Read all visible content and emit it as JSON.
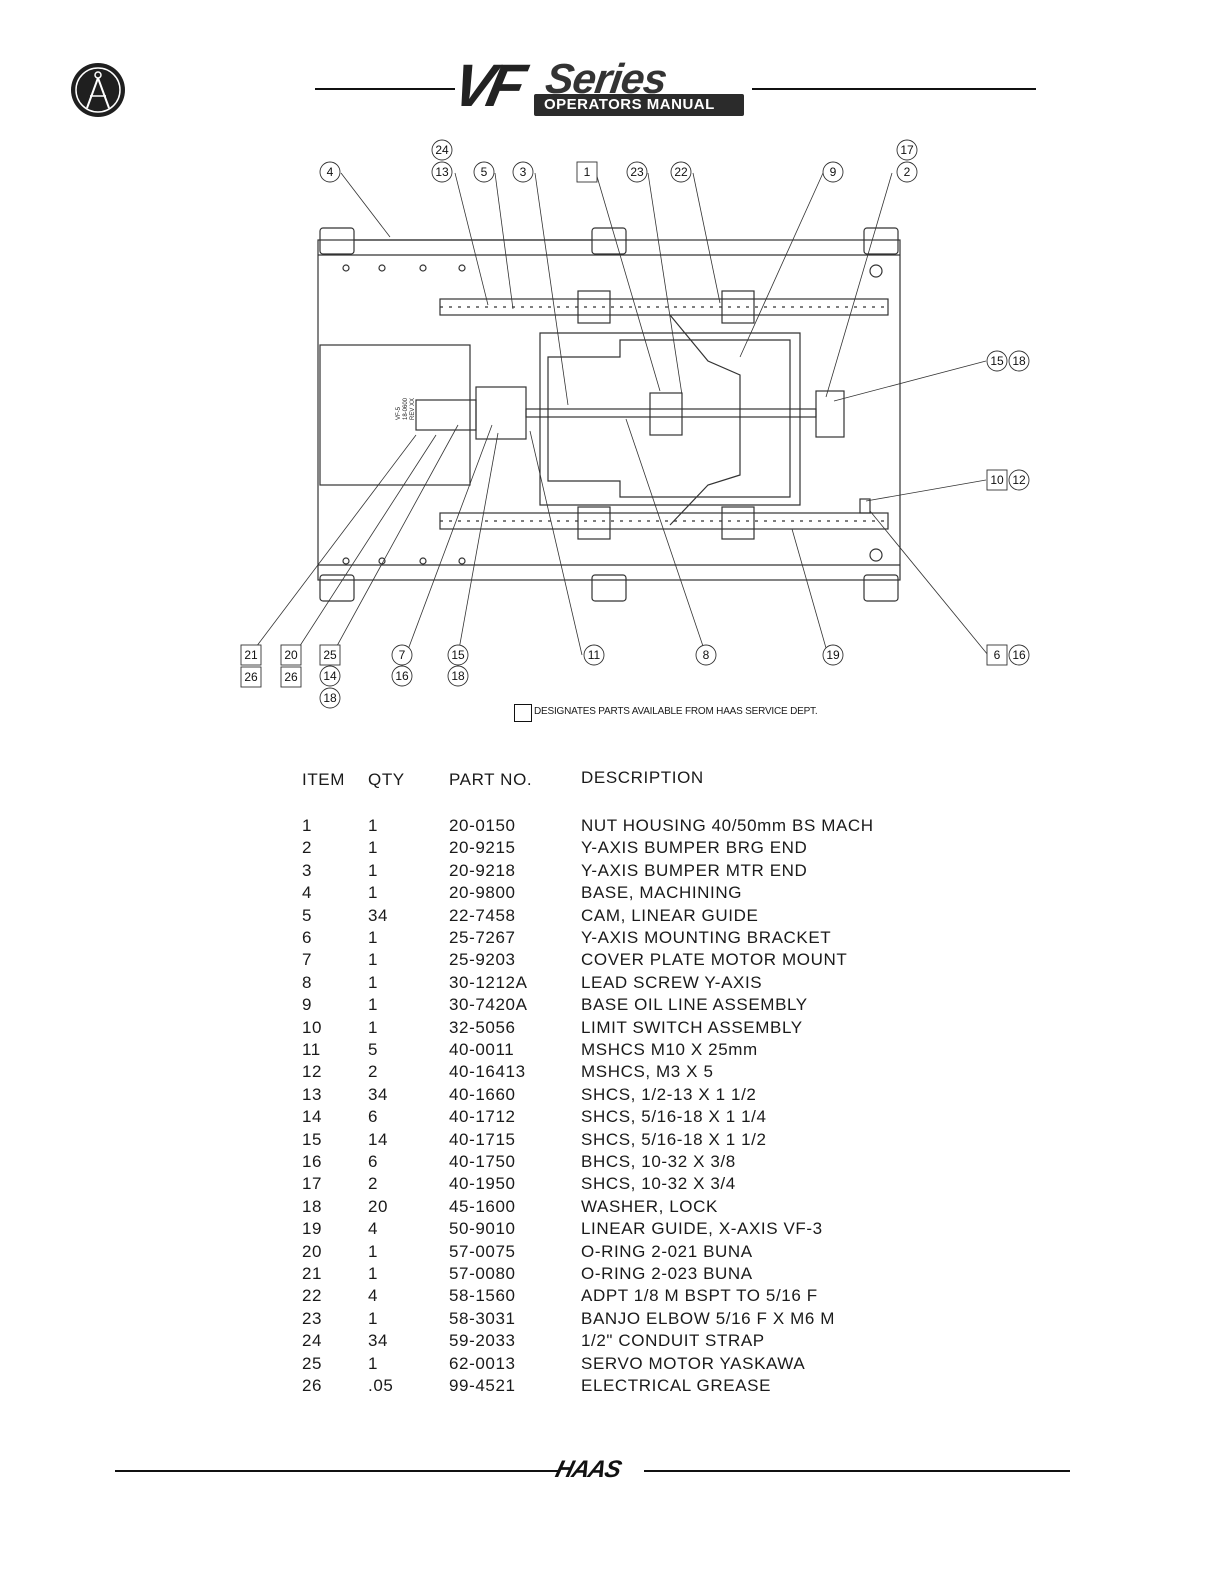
{
  "header": {
    "logo_main": "VF",
    "logo_series": "Series",
    "logo_subtitle": "OPERATORS MANUAL",
    "corner_icon": "drafting-compass-icon"
  },
  "diagram": {
    "plate_label": "VF-5\n18-0600\nREV XX",
    "callouts_top": [
      "4",
      "24",
      "13",
      "5",
      "3",
      "1",
      "23",
      "22",
      "9",
      "17",
      "2"
    ],
    "callouts_right": [
      "15",
      "18",
      "10",
      "12"
    ],
    "callouts_bottom": [
      "21",
      "26",
      "20",
      "26",
      "25",
      "14",
      "18",
      "7",
      "16",
      "15",
      "18",
      "11",
      "8",
      "19",
      "6",
      "16"
    ]
  },
  "legend": {
    "text": "DESIGNATES PARTS AVAILABLE FROM HAAS SERVICE DEPT."
  },
  "table": {
    "headers": {
      "item": "ITEM",
      "qty": "QTY",
      "part": "PART NO.",
      "desc": "DESCRIPTION"
    },
    "rows": [
      {
        "item": "1",
        "qty": "1",
        "part": "20-0150",
        "desc": "NUT HOUSING 40/50mm BS MACH"
      },
      {
        "item": "2",
        "qty": "1",
        "part": "20-9215",
        "desc": "Y-AXIS BUMPER BRG END"
      },
      {
        "item": "3",
        "qty": "1",
        "part": "20-9218",
        "desc": "Y-AXIS BUMPER MTR END"
      },
      {
        "item": "4",
        "qty": "1",
        "part": "20-9800",
        "desc": "BASE, MACHINING"
      },
      {
        "item": "5",
        "qty": "34",
        "part": "22-7458",
        "desc": "CAM, LINEAR GUIDE"
      },
      {
        "item": "6",
        "qty": "1",
        "part": "25-7267",
        "desc": "Y-AXIS MOUNTING BRACKET"
      },
      {
        "item": "7",
        "qty": "1",
        "part": "25-9203",
        "desc": "COVER PLATE MOTOR MOUNT"
      },
      {
        "item": "8",
        "qty": "1",
        "part": "30-1212A",
        "desc": "LEAD SCREW Y-AXIS"
      },
      {
        "item": "9",
        "qty": "1",
        "part": "30-7420A",
        "desc": "BASE OIL LINE ASSEMBLY"
      },
      {
        "item": "10",
        "qty": "1",
        "part": "32-5056",
        "desc": "LIMIT SWITCH ASSEMBLY"
      },
      {
        "item": "11",
        "qty": "5",
        "part": "40-0011",
        "desc": "MSHCS M10 X 25mm"
      },
      {
        "item": "12",
        "qty": "2",
        "part": "40-16413",
        "desc": "MSHCS, M3 X 5"
      },
      {
        "item": "13",
        "qty": "34",
        "part": "40-1660",
        "desc": "SHCS, 1/2-13 X 1 1/2"
      },
      {
        "item": "14",
        "qty": "6",
        "part": "40-1712",
        "desc": "SHCS, 5/16-18 X 1 1/4"
      },
      {
        "item": "15",
        "qty": "14",
        "part": "40-1715",
        "desc": "SHCS, 5/16-18 X 1 1/2"
      },
      {
        "item": "16",
        "qty": "6",
        "part": "40-1750",
        "desc": "BHCS, 10-32 X 3/8"
      },
      {
        "item": "17",
        "qty": "2",
        "part": "40-1950",
        "desc": "SHCS, 10-32 X 3/4"
      },
      {
        "item": "18",
        "qty": "20",
        "part": "45-1600",
        "desc": "WASHER, LOCK"
      },
      {
        "item": "19",
        "qty": "4",
        "part": "50-9010",
        "desc": "LINEAR GUIDE, X-AXIS VF-3"
      },
      {
        "item": "20",
        "qty": "1",
        "part": "57-0075",
        "desc": "O-RING 2-021 BUNA"
      },
      {
        "item": "21",
        "qty": "1",
        "part": "57-0080",
        "desc": "O-RING 2-023 BUNA"
      },
      {
        "item": "22",
        "qty": "4",
        "part": "58-1560",
        "desc": "ADPT 1/8 M BSPT TO 5/16 F"
      },
      {
        "item": "23",
        "qty": "1",
        "part": "58-3031",
        "desc": "BANJO ELBOW 5/16 F X M6 M"
      },
      {
        "item": "24",
        "qty": "34",
        "part": "59-2033",
        "desc": "1/2\" CONDUIT STRAP"
      },
      {
        "item": "25",
        "qty": "1",
        "part": "62-0013",
        "desc": "SERVO MOTOR YASKAWA"
      },
      {
        "item": "26",
        "qty": ".05",
        "part": "99-4521",
        "desc": "ELECTRICAL GREASE"
      }
    ]
  },
  "footer": {
    "brand": "HAAS"
  }
}
